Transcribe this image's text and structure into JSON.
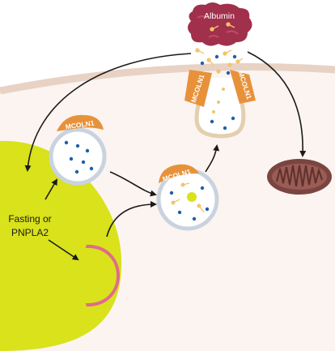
{
  "labels": {
    "albumin": "Albumin",
    "mcoln1_vesicle_left": "MCOLN1",
    "mcoln1_vesicle_mid": "MCOLN1",
    "mcoln1_uptake_left": "MCOLN1",
    "mcoln1_uptake_right": "MCOLN1",
    "trigger_line1": "Fasting or",
    "trigger_line2": "PNPLA2"
  },
  "colors": {
    "cytoplasm": "#fbf4f1",
    "membrane": "#e8d2c4",
    "lipid_droplet": "#d9e21b",
    "albumin": "#a0304c",
    "mcoln1": "#e7923a",
    "vesicle_ring": "#c9d3e0",
    "uptake_ring": "#e3cfae",
    "mitochondrion": "#7a4540",
    "pink_ring": "#e06b8e",
    "blue_particle": "#1f5fa8",
    "fatty_acid": "#f2c46d",
    "arrow": "#1a1a1a"
  },
  "icons": [
    "albumin-icon",
    "mitochondrion-icon",
    "lipid-droplet-icon",
    "vesicle-icon"
  ]
}
